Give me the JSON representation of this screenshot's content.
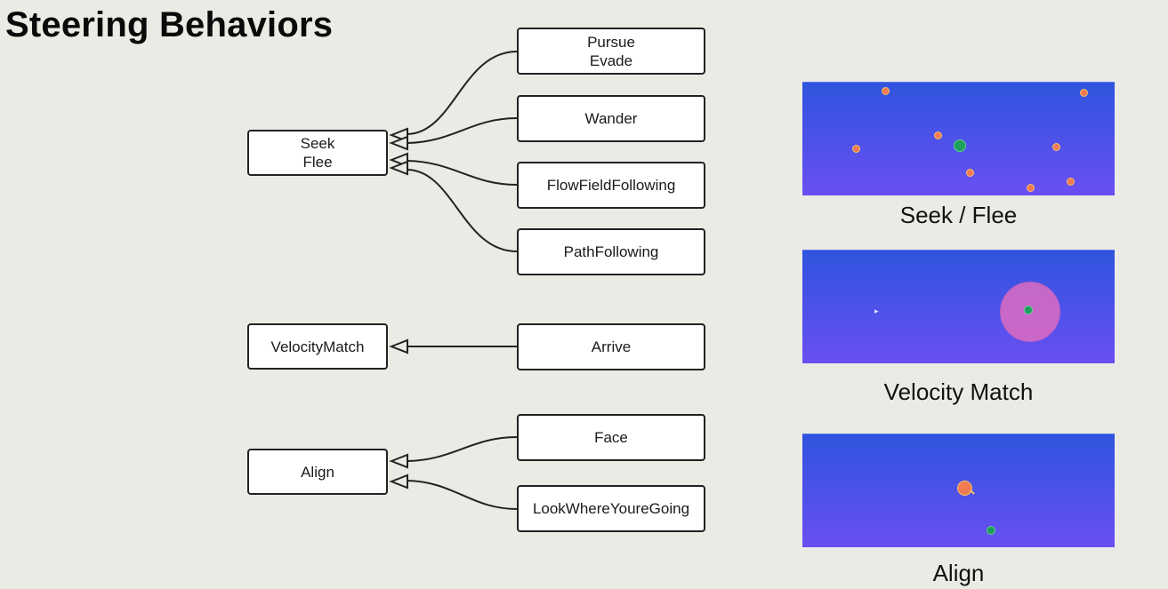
{
  "title": "Steering Behaviors",
  "diagram": {
    "left_nodes": {
      "seek_flee": "Seek\nFlee",
      "velocity_match": "VelocityMatch",
      "align": "Align"
    },
    "right_nodes": {
      "pursue_evade": "Pursue\nEvade",
      "wander": "Wander",
      "flowfield": "FlowFieldFollowing",
      "pathfollowing": "PathFollowing",
      "arrive": "Arrive",
      "face": "Face",
      "lookwhere": "LookWhereYoureGoing"
    }
  },
  "demos": {
    "seek_flee": {
      "caption": "Seek / Flee"
    },
    "velocity_match": {
      "caption": "Velocity Match"
    },
    "align": {
      "caption": "Align"
    }
  },
  "colors": {
    "panel_top": "#2f54de",
    "panel_bottom": "#6a4ff2",
    "agent": "#1e9e5c",
    "target": "#f07a52",
    "halo": "#eb6ebe"
  }
}
